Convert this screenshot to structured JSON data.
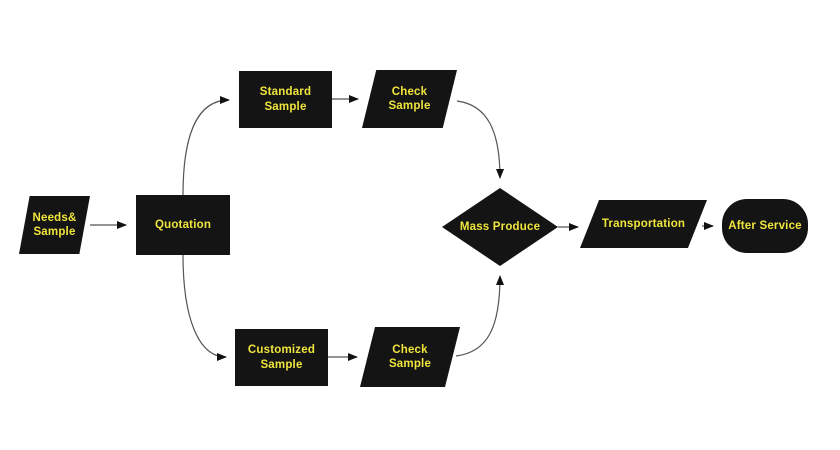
{
  "canvas": {
    "background": "#ffffff"
  },
  "palette": {
    "node_fill": "#141414",
    "label_color": "#f0e53c",
    "connector_color": "#555555",
    "arrow_color": "#111111"
  },
  "flowchart": {
    "nodes": [
      {
        "id": "needs-sample",
        "shape": "parallelogram",
        "label": "Needs&\nSample"
      },
      {
        "id": "quotation",
        "shape": "rectangle",
        "label": "Quotation"
      },
      {
        "id": "standard-sample",
        "shape": "rectangle",
        "label": "Standard\nSample"
      },
      {
        "id": "check-sample-top",
        "shape": "parallelogram",
        "label": "Check\nSample"
      },
      {
        "id": "customized-sample",
        "shape": "rectangle",
        "label": "Customized\nSample"
      },
      {
        "id": "check-sample-bottom",
        "shape": "parallelogram",
        "label": "Check\nSample"
      },
      {
        "id": "mass-produce",
        "shape": "diamond",
        "label": "Mass Produce"
      },
      {
        "id": "transportation",
        "shape": "parallelogram",
        "label": "Transportation"
      },
      {
        "id": "after-service",
        "shape": "stadium",
        "label": "After Service"
      }
    ],
    "edges": [
      {
        "from": "needs-sample",
        "to": "quotation"
      },
      {
        "from": "quotation",
        "to": "standard-sample"
      },
      {
        "from": "standard-sample",
        "to": "check-sample-top"
      },
      {
        "from": "check-sample-top",
        "to": "mass-produce"
      },
      {
        "from": "quotation",
        "to": "customized-sample"
      },
      {
        "from": "customized-sample",
        "to": "check-sample-bottom"
      },
      {
        "from": "check-sample-bottom",
        "to": "mass-produce"
      },
      {
        "from": "mass-produce",
        "to": "transportation"
      },
      {
        "from": "transportation",
        "to": "after-service"
      }
    ]
  }
}
